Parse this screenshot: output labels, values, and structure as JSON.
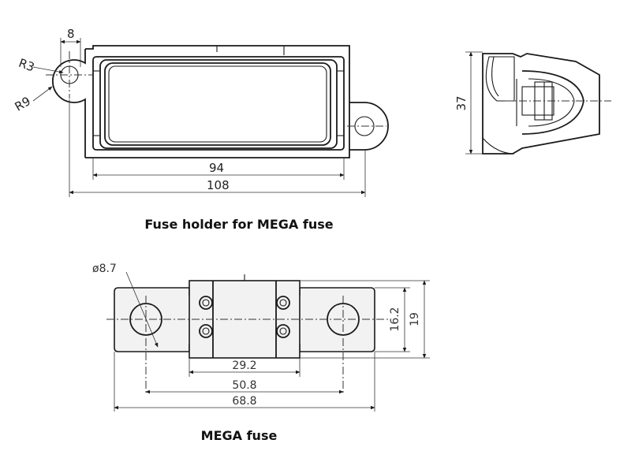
{
  "holder": {
    "caption": "Fuse holder for MEGA fuse",
    "dims": {
      "tab_width": "8",
      "radius_small": "R3",
      "radius_large": "R9",
      "inner_length": "94",
      "overall_length": "108",
      "height": "37"
    }
  },
  "fuse": {
    "caption": "MEGA fuse",
    "dims": {
      "hole_diameter": "ø8.7",
      "body_length": "29.2",
      "hole_pitch": "50.8",
      "overall_length": "68.8",
      "inner_width": "16.2",
      "overall_width": "19"
    }
  }
}
